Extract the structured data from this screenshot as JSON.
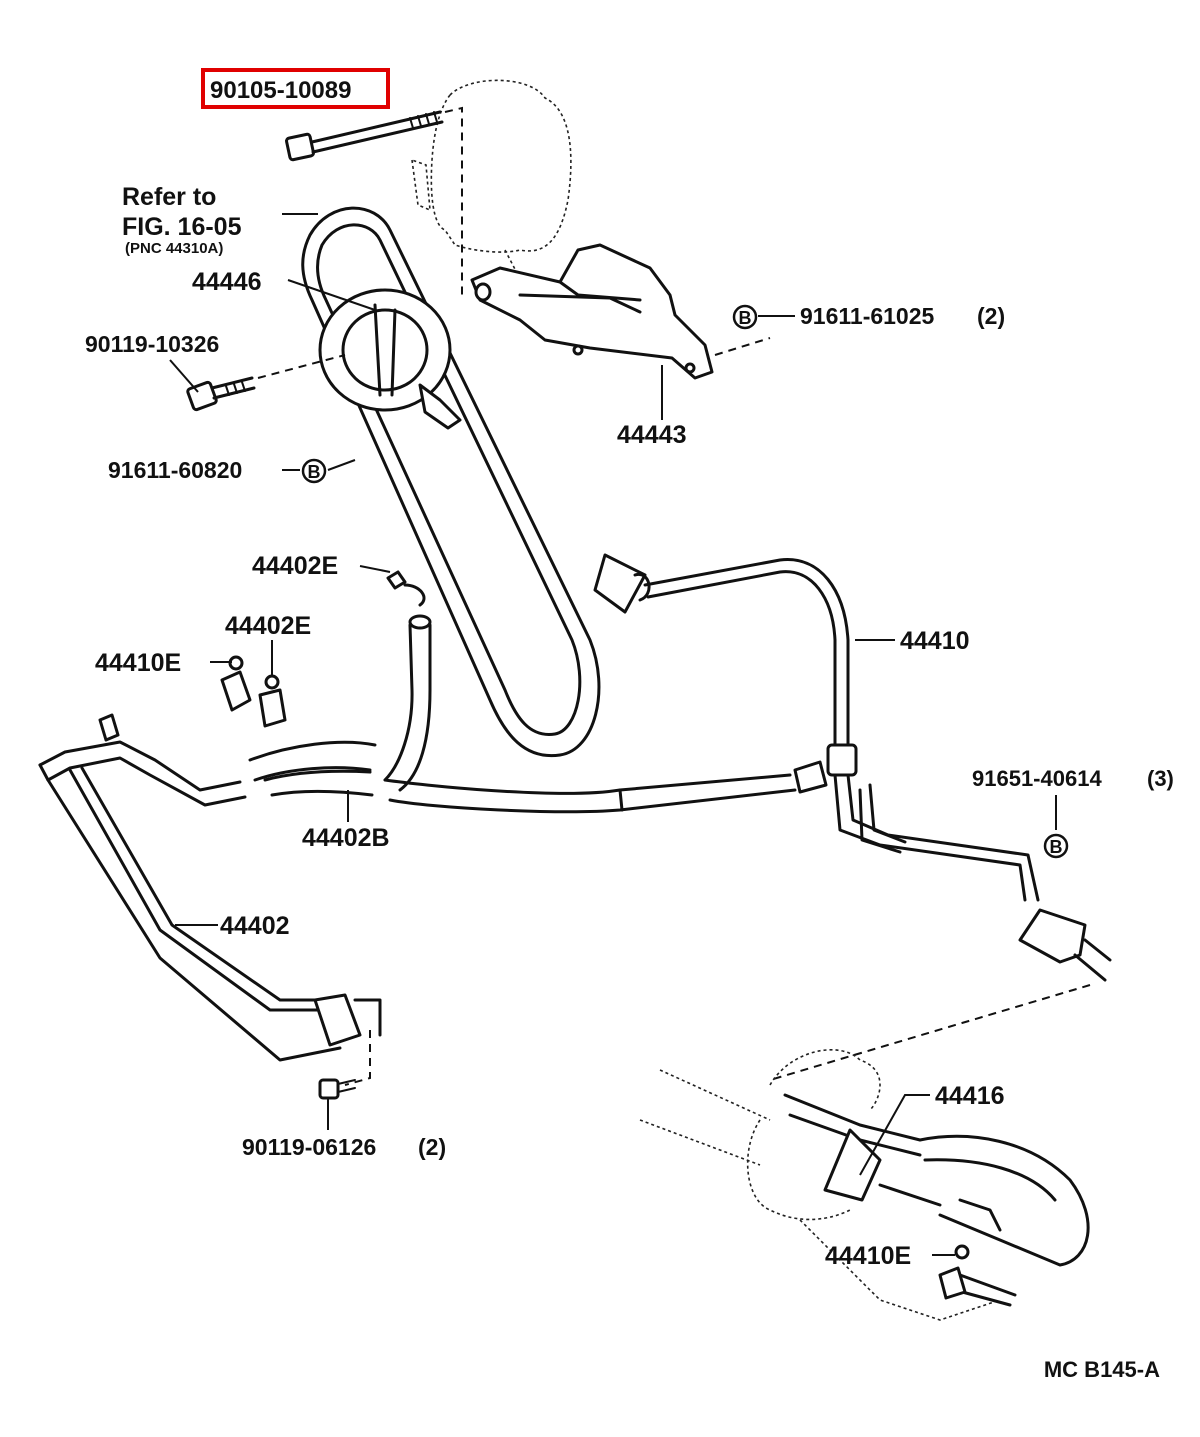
{
  "highlight_color": "#e00000",
  "refer_note": {
    "line1": "Refer to",
    "line2": "FIG. 16-05",
    "line3": "(PNC 44310A)"
  },
  "bolt_badge": "B",
  "labels": {
    "bolt_highlighted": "90105-10089",
    "belt_pulley": "44446",
    "bolt_upper_left": "90119-10326",
    "bolt_b_left": "91611-60820",
    "bolt_b_right": "91611-61025",
    "bolt_b_right_qty": "(2)",
    "bracket": "44443",
    "clamp_upper": "44402E",
    "clamp_mid": "44402E",
    "clamp_left": "44410E",
    "pressure_tube": "44410",
    "bolt_b_far_right": "91651-40614",
    "bolt_b_far_right_qty": "(3)",
    "hose": "44402B",
    "return_tube": "44402",
    "bolt_bottom": "90119-06126",
    "bolt_bottom_qty": "(2)",
    "union": "44416",
    "clamp_bottom": "44410E"
  },
  "diagram_code": "MC B145-A"
}
